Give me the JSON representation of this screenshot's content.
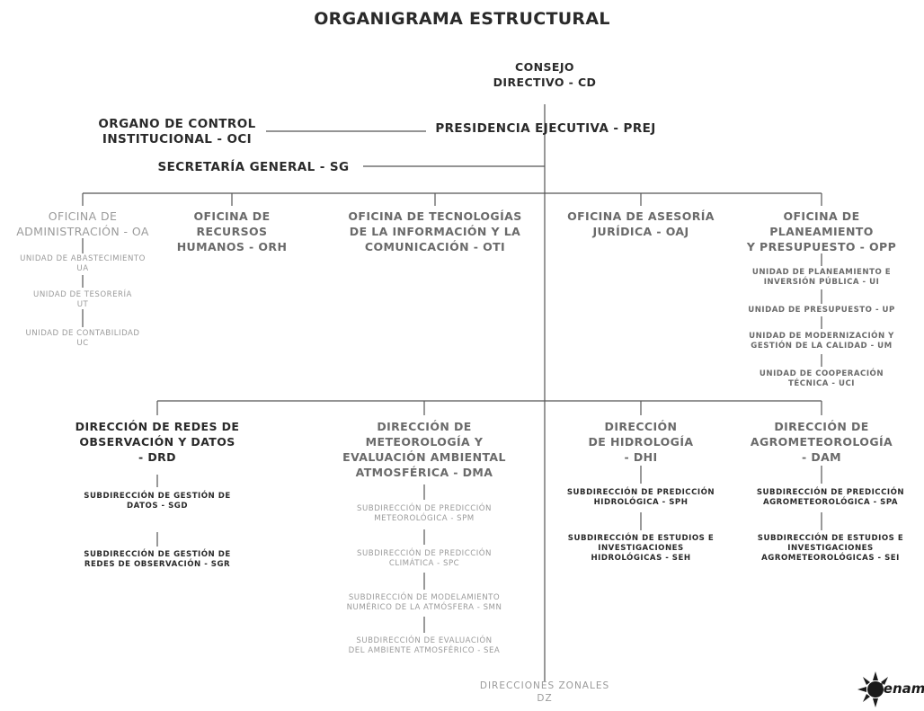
{
  "title": "ORGANIGRAMA ESTRUCTURAL",
  "top": {
    "consejo": "CONSEJO\nDIRECTIVO - CD",
    "presidencia": "PRESIDENCIA EJECUTIVA - PREJ",
    "oci": "ORGANO DE CONTROL\nINSTITUCIONAL - OCI",
    "secretaria": "SECRETARÍA GENERAL - SG"
  },
  "oficinas": {
    "oa": "OFICINA DE\nADMINISTRACIÓN - OA",
    "oa_units": [
      "UNIDAD DE ABASTECIMIENTO\nUA",
      "UNIDAD DE TESORERÍA\nUT",
      "UNIDAD DE CONTABILIDAD\nUC"
    ],
    "orh": "OFICINA DE RECURSOS\nHUMANOS - ORH",
    "oti": "OFICINA DE TECNOLOGÍAS\nDE LA INFORMACIÓN Y LA\nCOMUNICACIÓN - OTI",
    "oaj": "OFICINA DE ASESORÍA\nJURÍDICA - OAJ",
    "opp": "OFICINA DE\nPLANEAMIENTO\nY PRESUPUESTO - OPP",
    "opp_units": [
      "UNIDAD DE PLANEAMIENTO E\nINVERSIÓN PÚBLICA - UI",
      "UNIDAD DE PRESUPUESTO - UP",
      "UNIDAD DE MODERNIZACIÓN Y\nGESTIÓN DE LA CALIDAD - UM",
      "UNIDAD DE COOPERACIÓN\nTÉCNICA - UCI"
    ]
  },
  "direcciones": {
    "drd": "DIRECCIÓN DE REDES DE\nOBSERVACIÓN Y DATOS\n- DRD",
    "drd_subs": [
      "SUBDIRECCIÓN DE GESTIÓN DE\nDATOS - SGD",
      "SUBDIRECCIÓN DE GESTIÓN DE\nREDES DE OBSERVACIÓN - SGR"
    ],
    "dma": "DIRECCIÓN DE\nMETEOROLOGÍA Y\nEVALUACIÓN AMBIENTAL\nATMOSFÉRICA - DMA",
    "dma_subs": [
      "SUBDIRECCIÓN DE PREDICCIÓN\nMETEOROLÓGICA - SPM",
      "SUBDIRECCIÓN DE PREDICCIÓN\nCLIMÁTICA - SPC",
      "SUBDIRECCIÓN DE MODELAMIENTO\nNUMÉRICO DE LA ATMÓSFERA - SMN",
      "SUBDIRECCIÓN DE EVALUACIÓN\nDEL AMBIENTE ATMOSFÉRICO - SEA"
    ],
    "dhi": "DIRECCIÓN\nDE HIDROLOGÍA\n- DHI",
    "dhi_subs": [
      "SUBDIRECCIÓN DE PREDICCIÓN\nHIDROLÓGICA - SPH",
      "SUBDIRECCIÓN DE ESTUDIOS E\nINVESTIGACIONES\nHIDROLÓGICAS - SEH"
    ],
    "dam": "DIRECCIÓN DE\nAGROMETEOROLOGÍA\n- DAM",
    "dam_subs": [
      "SUBDIRECCIÓN DE PREDICCIÓN\nAGROMETEOROLÓGICA - SPA",
      "SUBDIRECCIÓN DE ESTUDIOS E\nINVESTIGACIONES\nAGROMETEOROLÓGICAS - SEI"
    ]
  },
  "zonales": "DIRECCIONES ZONALES\nDZ",
  "logo": {
    "text": "Senam",
    "icon": "sun-icon",
    "color": "#1a1a1a"
  }
}
